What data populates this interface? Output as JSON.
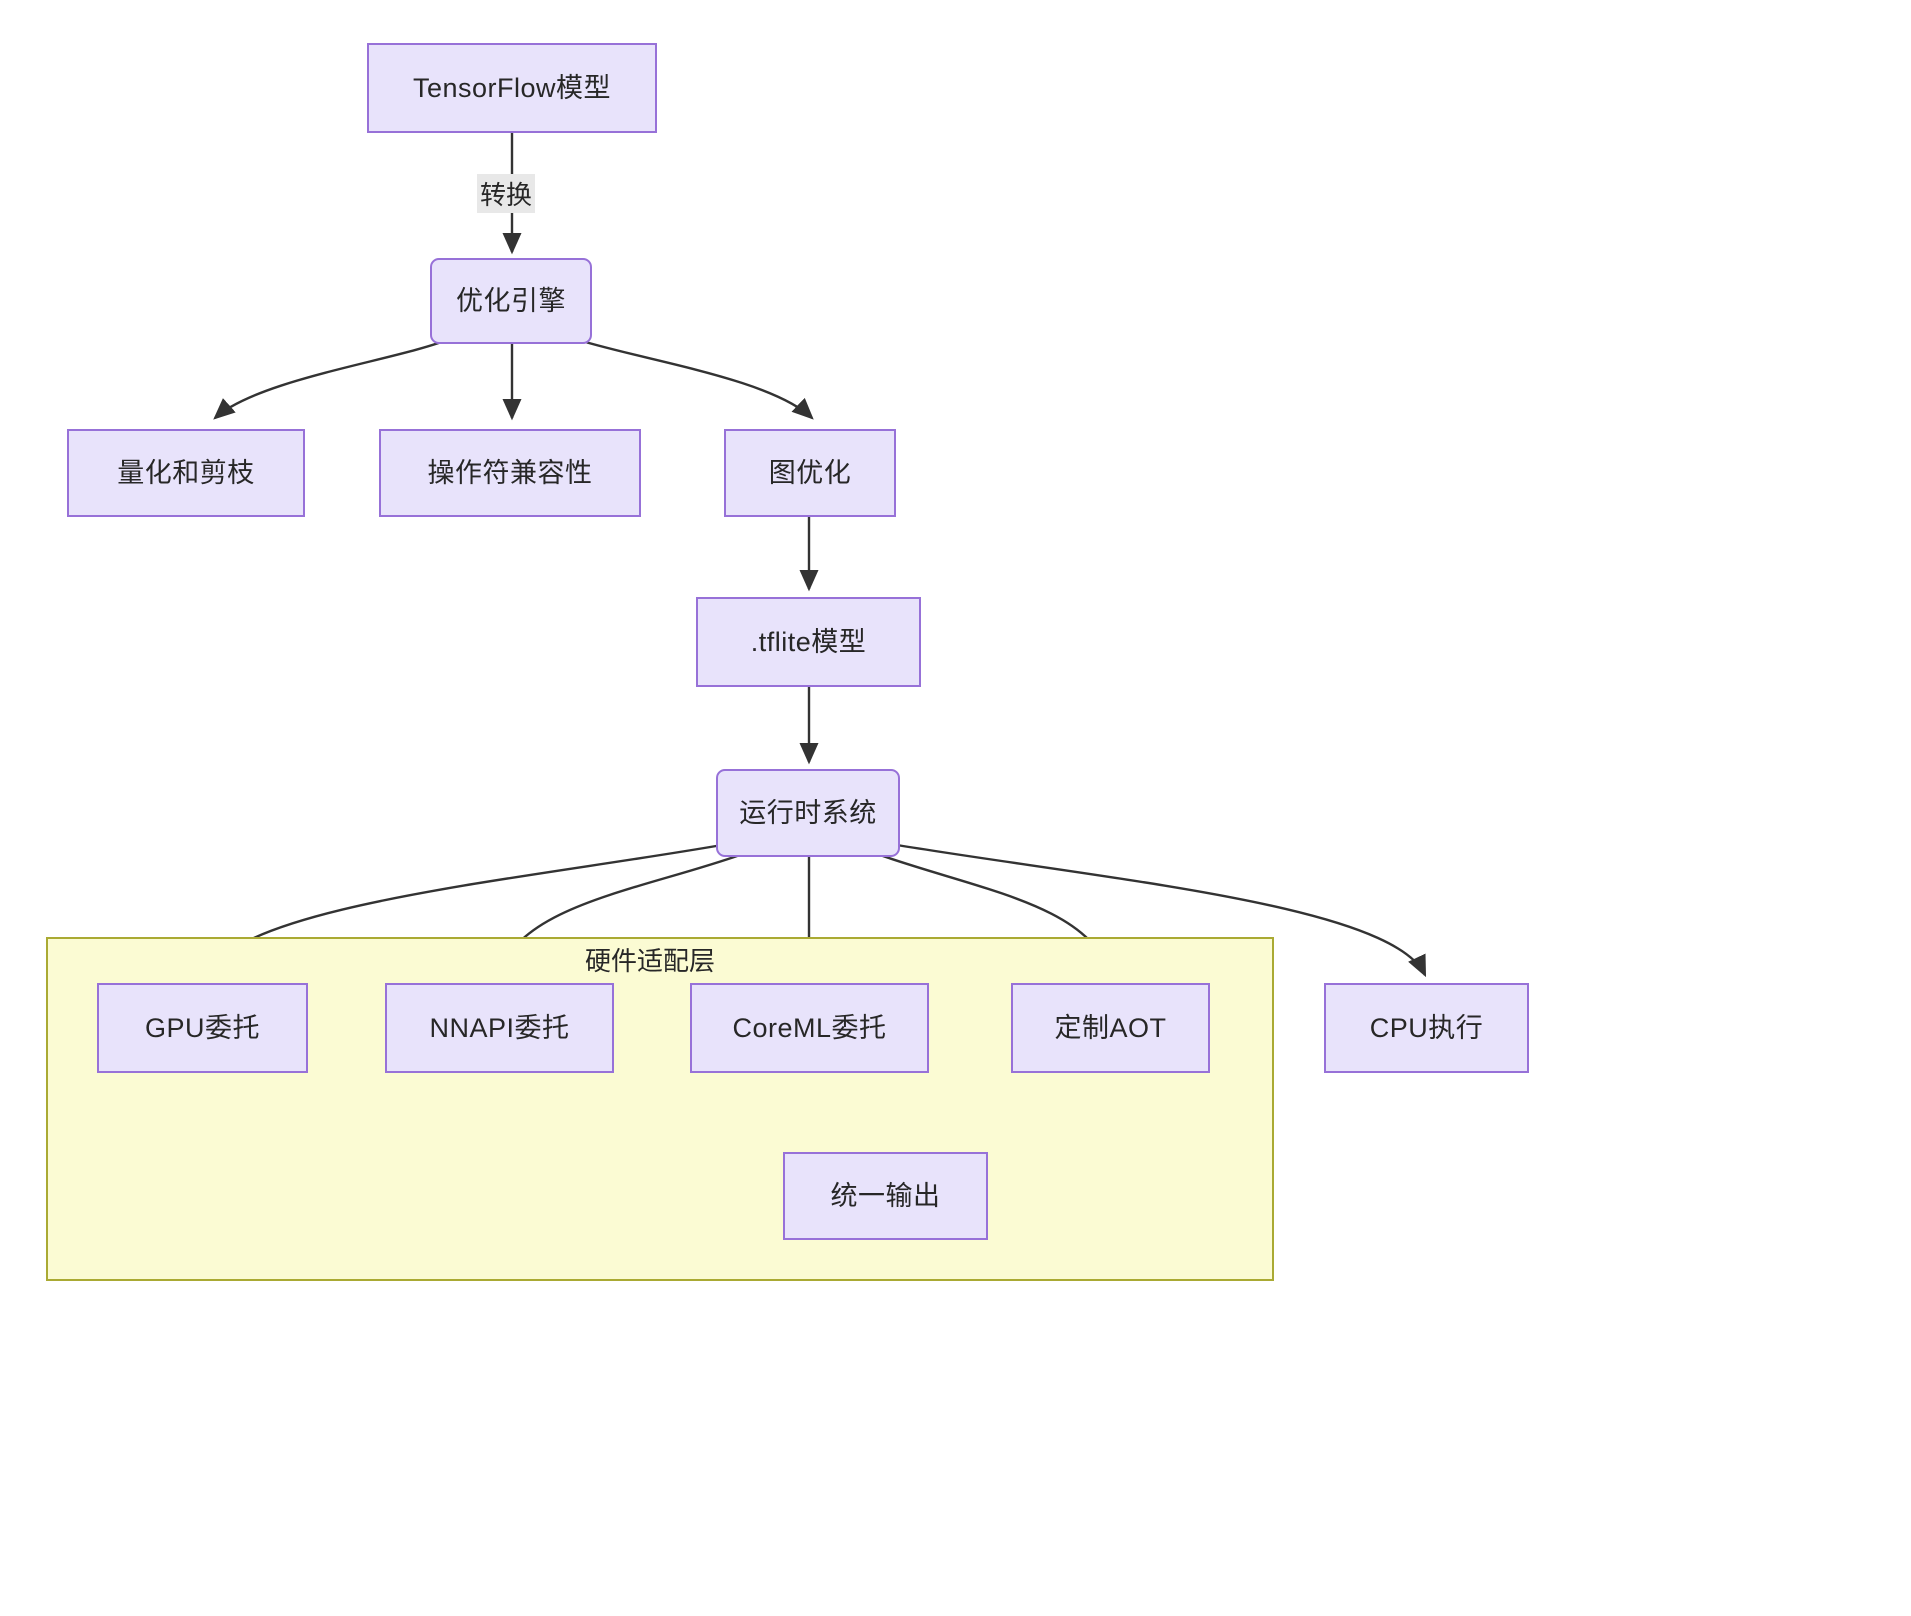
{
  "diagram": {
    "type": "flowchart",
    "direction": "top-down",
    "background": "#ffffff",
    "node_fill": "#e8e3fb",
    "node_stroke": "#9771d8",
    "subgraph_fill": "#fbfbd3",
    "subgraph_stroke": "#aaaa33",
    "edge_stroke": "#333333",
    "text_color": "#272727"
  },
  "nodes": {
    "tf_model": {
      "label": "TensorFlow模型",
      "shape": "rect"
    },
    "opt_engine": {
      "label": "优化引擎",
      "shape": "rounded"
    },
    "quant_prune": {
      "label": "量化和剪枝",
      "shape": "rect"
    },
    "op_compat": {
      "label": "操作符兼容性",
      "shape": "rect"
    },
    "graph_opt": {
      "label": "图优化",
      "shape": "rect"
    },
    "tflite_model": {
      "label": ".tflite模型",
      "shape": "rect"
    },
    "runtime": {
      "label": "运行时系统",
      "shape": "rounded"
    },
    "gpu_delegate": {
      "label": "GPU委托",
      "shape": "rect"
    },
    "nnapi_delegate": {
      "label": "NNAPI委托",
      "shape": "rect"
    },
    "coreml_delegate": {
      "label": "CoreML委托",
      "shape": "rect"
    },
    "custom_aot": {
      "label": "定制AOT",
      "shape": "rect"
    },
    "cpu_exec": {
      "label": "CPU执行",
      "shape": "rect"
    },
    "unified_output": {
      "label": "统一输出",
      "shape": "rect"
    }
  },
  "subgraphs": {
    "hardware_layer": {
      "title": "硬件适配层"
    }
  },
  "edges": [
    {
      "from": "tf_model",
      "to": "opt_engine",
      "label": "转换"
    },
    {
      "from": "opt_engine",
      "to": "quant_prune",
      "label": ""
    },
    {
      "from": "opt_engine",
      "to": "op_compat",
      "label": ""
    },
    {
      "from": "opt_engine",
      "to": "graph_opt",
      "label": ""
    },
    {
      "from": "graph_opt",
      "to": "tflite_model",
      "label": ""
    },
    {
      "from": "tflite_model",
      "to": "runtime",
      "label": ""
    },
    {
      "from": "runtime",
      "to": "gpu_delegate",
      "label": ""
    },
    {
      "from": "runtime",
      "to": "nnapi_delegate",
      "label": ""
    },
    {
      "from": "runtime",
      "to": "coreml_delegate",
      "label": ""
    },
    {
      "from": "runtime",
      "to": "custom_aot",
      "label": ""
    },
    {
      "from": "runtime",
      "to": "cpu_exec",
      "label": ""
    },
    {
      "from": "gpu_delegate",
      "to": "unified_output",
      "label": ""
    },
    {
      "from": "nnapi_delegate",
      "to": "unified_output",
      "label": ""
    },
    {
      "from": "coreml_delegate",
      "to": "unified_output",
      "label": ""
    },
    {
      "from": "custom_aot",
      "to": "unified_output",
      "label": ""
    }
  ]
}
